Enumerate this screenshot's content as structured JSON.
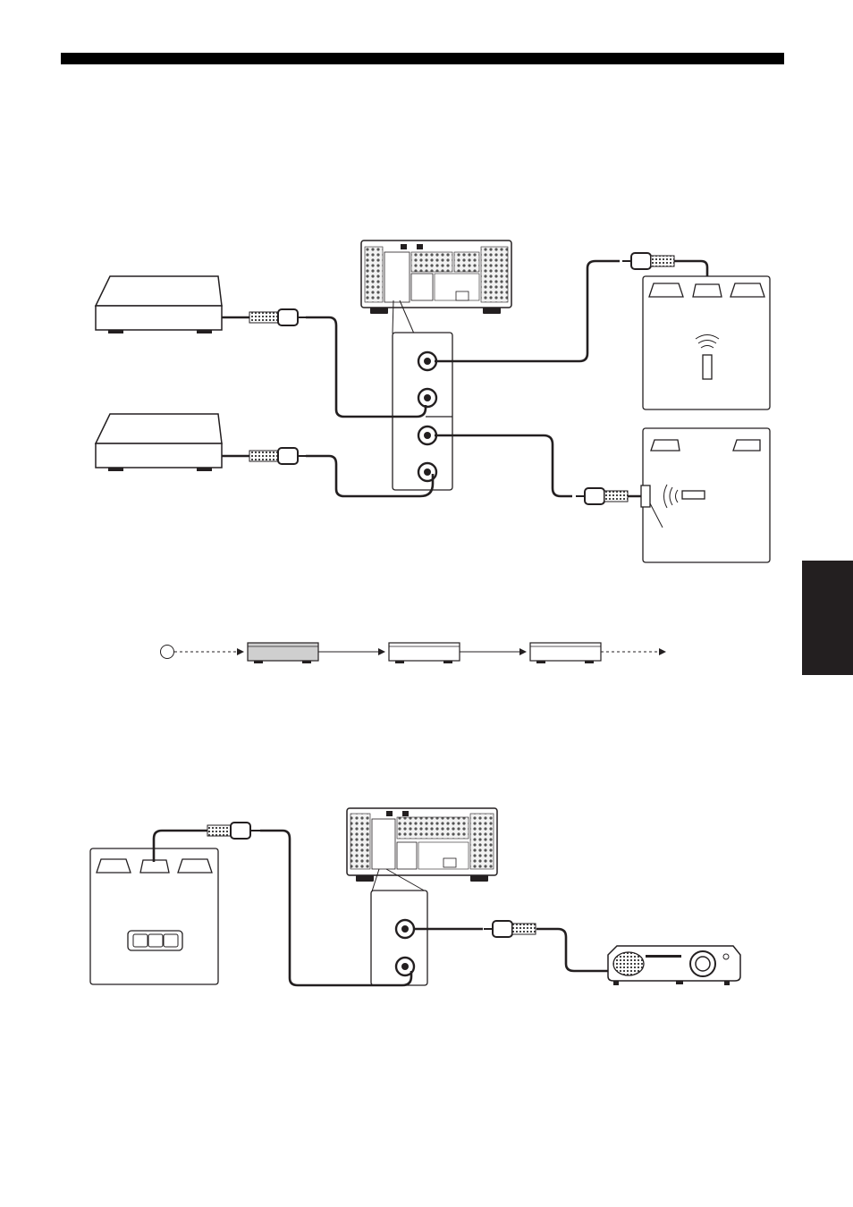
{
  "page": {
    "background": "#ffffff",
    "line_color": "#231f20",
    "header_rule": "black",
    "side_tab": "dark",
    "text_content": []
  },
  "diagrams": [
    {
      "id": "remote-connections",
      "components": [
        "receiver-rear-panel",
        "external-device-1",
        "external-device-2",
        "remote-jack-panel",
        "zone-room-ir-receiver",
        "room-ir-emitter",
        "mini-plug-cables"
      ]
    },
    {
      "id": "daisy-chain",
      "components": [
        "chain-start-circle",
        "chain-device-1",
        "chain-device-2",
        "chain-device-3"
      ]
    },
    {
      "id": "trigger-connection",
      "components": [
        "receiver-rear-panel",
        "room-with-sofa",
        "trigger-jack-panel",
        "projector",
        "mini-plug-cables"
      ]
    }
  ]
}
